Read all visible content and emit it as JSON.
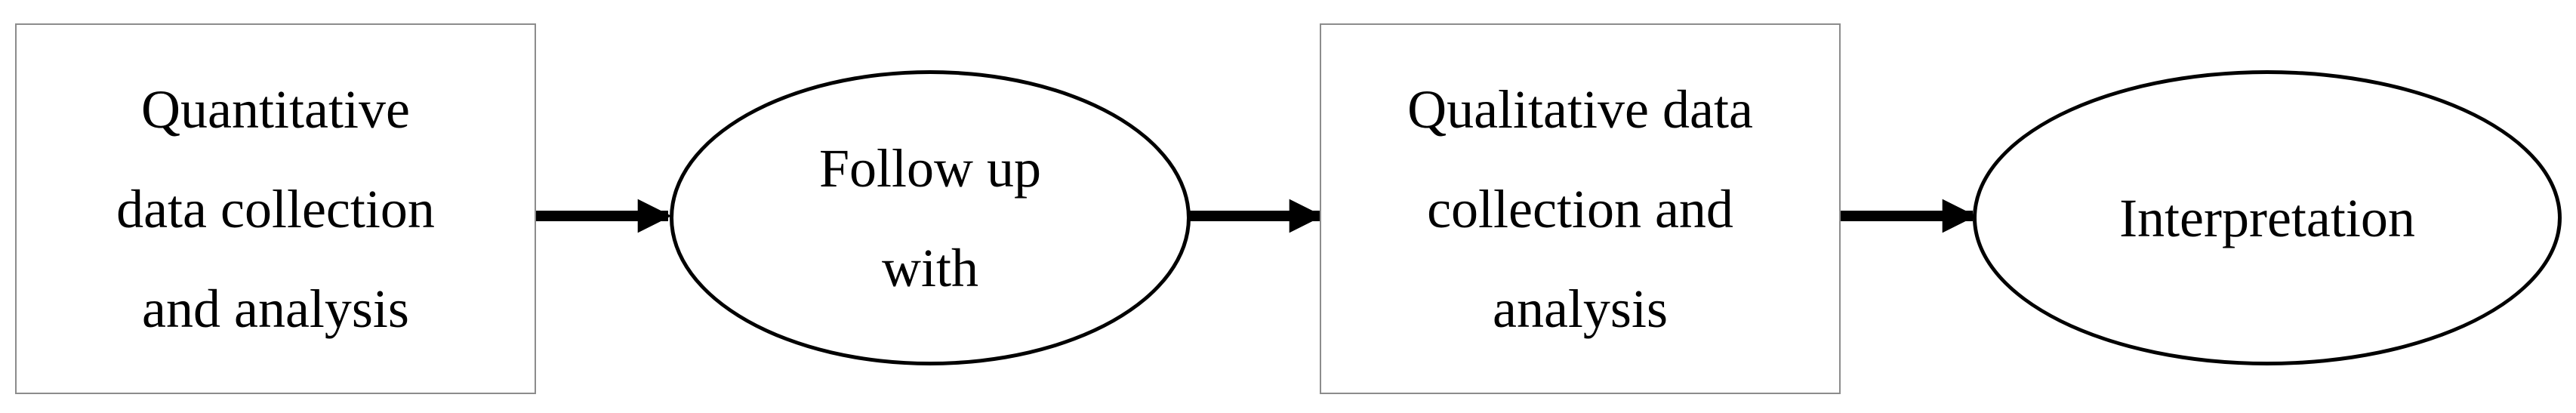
{
  "diagram": {
    "nodes": [
      {
        "id": "n1",
        "shape": "rectangle",
        "lines": [
          "Quantitative",
          "data collection",
          "and analysis"
        ]
      },
      {
        "id": "n2",
        "shape": "ellipse",
        "lines": [
          "Follow up",
          "with"
        ]
      },
      {
        "id": "n3",
        "shape": "rectangle",
        "lines": [
          "Qualitative data",
          "collection and",
          "analysis"
        ]
      },
      {
        "id": "n4",
        "shape": "ellipse",
        "lines": [
          "Interpretation"
        ]
      }
    ],
    "edges": [
      {
        "from": "n1",
        "to": "n2"
      },
      {
        "from": "n2",
        "to": "n3"
      },
      {
        "from": "n3",
        "to": "n4"
      }
    ],
    "colors": {
      "stroke": "#000000",
      "box_border": "#8c8c8c",
      "background": "#ffffff"
    }
  }
}
